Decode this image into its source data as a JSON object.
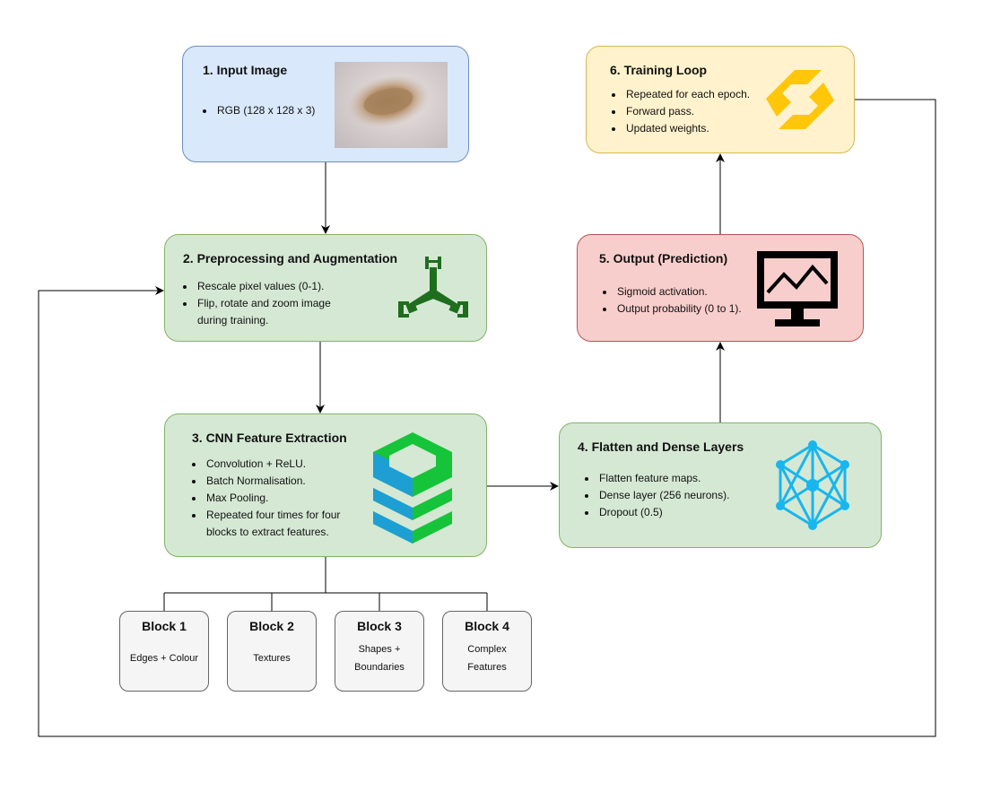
{
  "colors": {
    "input_fill": "#dae8fc",
    "input_border": "#6c8ebf",
    "green_fill": "#d5e8d4",
    "green_border": "#82b366",
    "output_fill": "#f8cecc",
    "output_border": "#b85450",
    "training_fill": "#fff2cc",
    "training_border": "#d6b656",
    "block_fill": "#f5f5f5",
    "block_border": "#666666"
  },
  "nodes": {
    "input": {
      "title": "1. Input Image",
      "bullets": [
        "RGB (128 x 128 x 3)"
      ],
      "icon": "skin-lesion-image"
    },
    "preprocess": {
      "title": "2. Preprocessing and Augmentation",
      "bullets": [
        "Rescale pixel values (0-1).",
        "Flip, rotate and zoom image",
        "during training."
      ],
      "icon": "wrench-tri-icon"
    },
    "cnn": {
      "title": "3. CNN Feature Extraction",
      "bullets": [
        "Convolution + ReLU.",
        "Batch Normalisation.",
        "Max Pooling.",
        "Repeated four times for four",
        "blocks to extract features."
      ],
      "icon": "layers-stack-icon"
    },
    "flatten": {
      "title": "4. Flatten and Dense Layers",
      "bullets": [
        "Flatten feature maps.",
        "Dense layer (256 neurons).",
        "Dropout (0.5)"
      ],
      "icon": "network-graph-icon"
    },
    "output": {
      "title": "5. Output (Prediction)",
      "bullets": [
        "Sigmoid activation.",
        "Output probability (0 to 1)."
      ],
      "icon": "monitor-chart-icon"
    },
    "training": {
      "title": "6. Training Loop",
      "bullets": [
        "Repeated for each epoch.",
        "Forward pass.",
        "Updated weights."
      ],
      "icon": "loop-arrows-icon"
    }
  },
  "blocks": [
    {
      "title": "Block 1",
      "lines": [
        "Edges + Colour"
      ]
    },
    {
      "title": "Block 2",
      "lines": [
        "Textures"
      ]
    },
    {
      "title": "Block 3",
      "lines": [
        "Shapes +",
        "Boundaries"
      ]
    },
    {
      "title": "Block 4",
      "lines": [
        "Complex",
        "Features"
      ]
    }
  ]
}
